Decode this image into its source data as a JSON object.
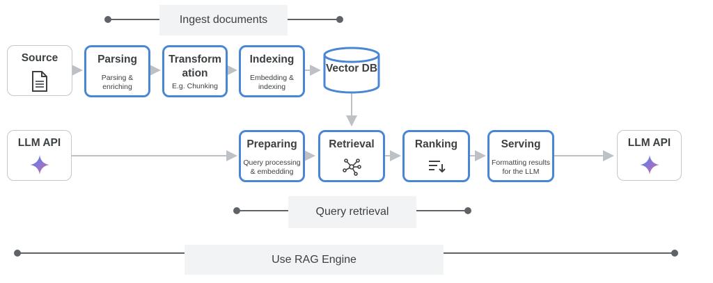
{
  "ingest": {
    "label": "Ingest documents",
    "source": {
      "title": "Source",
      "icon": "document-icon"
    },
    "steps": [
      {
        "title": "Parsing",
        "sub": "Parsing &\nenriching"
      },
      {
        "title": "Transform\nation",
        "sub": "E.g. Chunking"
      },
      {
        "title": "Indexing",
        "sub": "Embedding &\nindexing"
      }
    ],
    "vector_db": "Vector DB"
  },
  "query": {
    "label": "Query retrieval",
    "llm_in": {
      "title": "LLM API",
      "icon": "sparkle-icon"
    },
    "steps": [
      {
        "title": "Preparing",
        "sub": "Query processing\n& embedding"
      },
      {
        "title": "Retrieval",
        "icon": "network-icon"
      },
      {
        "title": "Ranking",
        "icon": "sort-icon"
      },
      {
        "title": "Serving",
        "sub": "Formatting results\nfor the LLM"
      }
    ],
    "llm_out": {
      "title": "LLM API",
      "icon": "sparkle-icon"
    }
  },
  "engine": {
    "label": "Use RAG Engine"
  },
  "colors": {
    "accent_blue": "#4a86d6",
    "grey_border": "#c4c7c5",
    "line": "#5f6368",
    "arrow": "#bdc1c6",
    "pill_bg": "#f1f3f4"
  }
}
